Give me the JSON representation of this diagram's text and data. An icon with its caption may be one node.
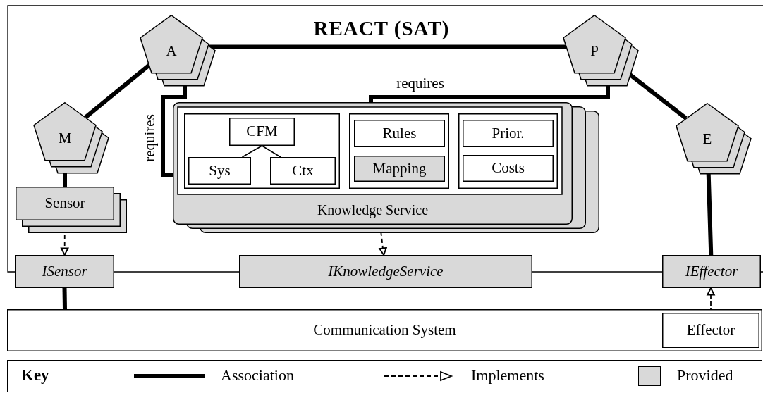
{
  "diagram": {
    "title": "REACT (SAT)",
    "nodes": [
      {
        "text": [
          "A"
        ]
      },
      {
        "text": [
          "P"
        ]
      },
      {
        "text": [
          "M"
        ]
      },
      {
        "text": [
          "E"
        ]
      },
      {
        "text": [
          "Sensor"
        ]
      },
      {
        "text": [
          "Knowledge Service"
        ]
      },
      {
        "text": [],
        "shape": "box",
        "in": 5
      },
      {
        "text": [
          "CFM"
        ],
        "in": 6
      },
      {
        "text": [
          "Sys"
        ],
        "in": 6
      },
      {
        "text": [
          "Ctx"
        ],
        "in": 6
      },
      {
        "text": [],
        "shape": "box",
        "in": 5
      },
      {
        "text": [
          "Rules"
        ],
        "in": 10
      },
      {
        "text": [
          "Mapping"
        ],
        "in": 10
      },
      {
        "text": [],
        "shape": "box",
        "in": 5
      },
      {
        "text": [
          "Prior."
        ],
        "in": 13
      },
      {
        "text": [
          "Costs"
        ],
        "in": 13
      },
      {
        "text": [
          "ISensor"
        ]
      },
      {
        "text": [
          "IKnowledgeService"
        ]
      },
      {
        "text": [
          "IEffector"
        ]
      },
      {
        "text": [
          "Communication System"
        ]
      },
      {
        "text": [
          "Effector"
        ],
        "in": 19
      }
    ],
    "edges": [
      {
        "from": 0,
        "to": 2,
        "arrow": "none"
      },
      {
        "from": 0,
        "to": 1,
        "arrow": "none"
      },
      {
        "from": 1,
        "to": 3,
        "arrow": "none"
      },
      {
        "from": 2,
        "to": 4,
        "arrow": "none"
      },
      {
        "from": 0,
        "to": 5,
        "arrow": "none",
        "label": "requires"
      },
      {
        "from": 1,
        "to": 5,
        "arrow": "none",
        "label": "requires"
      },
      {
        "from": 7,
        "to": 8,
        "arrow": "none"
      },
      {
        "from": 7,
        "to": 9,
        "arrow": "none"
      },
      {
        "from": 4,
        "to": 16,
        "arrow": "to",
        "style": "dashed"
      },
      {
        "from": 5,
        "to": 17,
        "arrow": "to",
        "style": "dashed"
      },
      {
        "from": 3,
        "to": 18,
        "arrow": "none"
      },
      {
        "from": 16,
        "to": 19,
        "arrow": "none"
      },
      {
        "from": 20,
        "to": 18,
        "arrow": "to",
        "style": "dashed"
      }
    ],
    "labels": [
      "Key"
    ],
    "legend": [
      {
        "text": "Association"
      },
      {
        "text": "Implements"
      },
      {
        "text": "Provided",
        "color": "#d9d9d9"
      }
    ]
  }
}
